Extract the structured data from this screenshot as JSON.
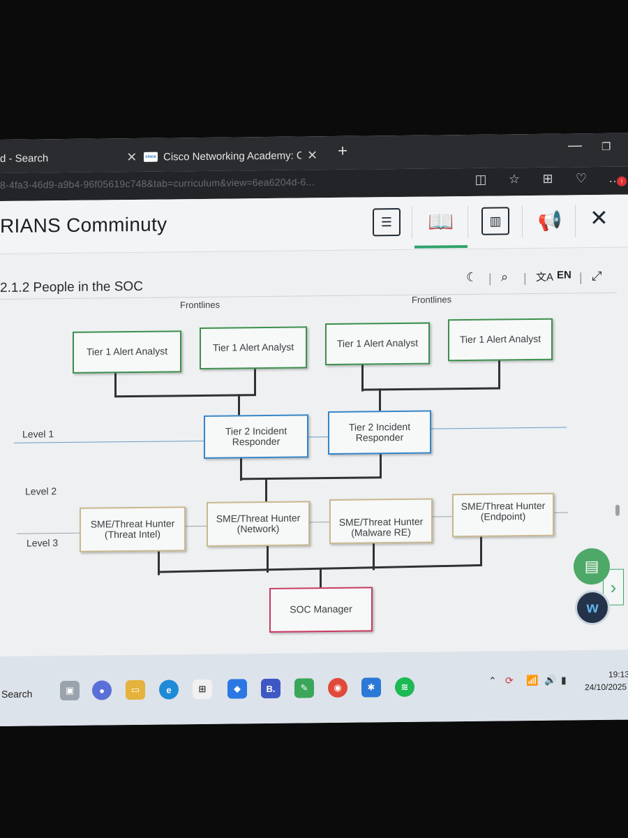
{
  "browser": {
    "tabs": [
      {
        "label": "d - Search"
      },
      {
        "label": "Cisco Networking Academy: Cyb"
      }
    ],
    "url": "8-4fa3-46d9-a9b4-96f05619c748&tab=curriculum&view=6ea6204d-6..."
  },
  "app": {
    "brand": "RIANS Comminuty"
  },
  "content": {
    "breadcrumb": "2.1.2 People in the SOC",
    "language": "EN"
  },
  "diagram": {
    "frontlines_left": "Frontlines",
    "frontlines_right": "Frontlines",
    "levels": [
      "Level 1",
      "Level 2",
      "Level 3"
    ],
    "tier1": [
      "Tier 1 Alert Analyst",
      "Tier 1 Alert Analyst",
      "Tier 1 Alert Analyst",
      "Tier 1 Alert Analyst"
    ],
    "tier2": [
      "Tier 2 Incident Responder",
      "Tier 2 Incident Responder"
    ],
    "sme": [
      "SME/Threat Hunter (Threat Intel)",
      "SME/Threat Hunter (Network)",
      "SME/Threat Hunter (Malware RE)",
      "SME/Threat Hunter (Endpoint)"
    ],
    "manager": "SOC Manager"
  },
  "taskbar": {
    "search_label": "Search",
    "time": "19:13",
    "date": "24/10/2025",
    "app_b_label": "B."
  },
  "colors": {
    "tier1_border": "#3b8f4c",
    "tier2_border": "#3584c8",
    "sme_border": "#c9b78f",
    "manager_border": "#c93a62",
    "accent_green": "#2fa36b"
  }
}
